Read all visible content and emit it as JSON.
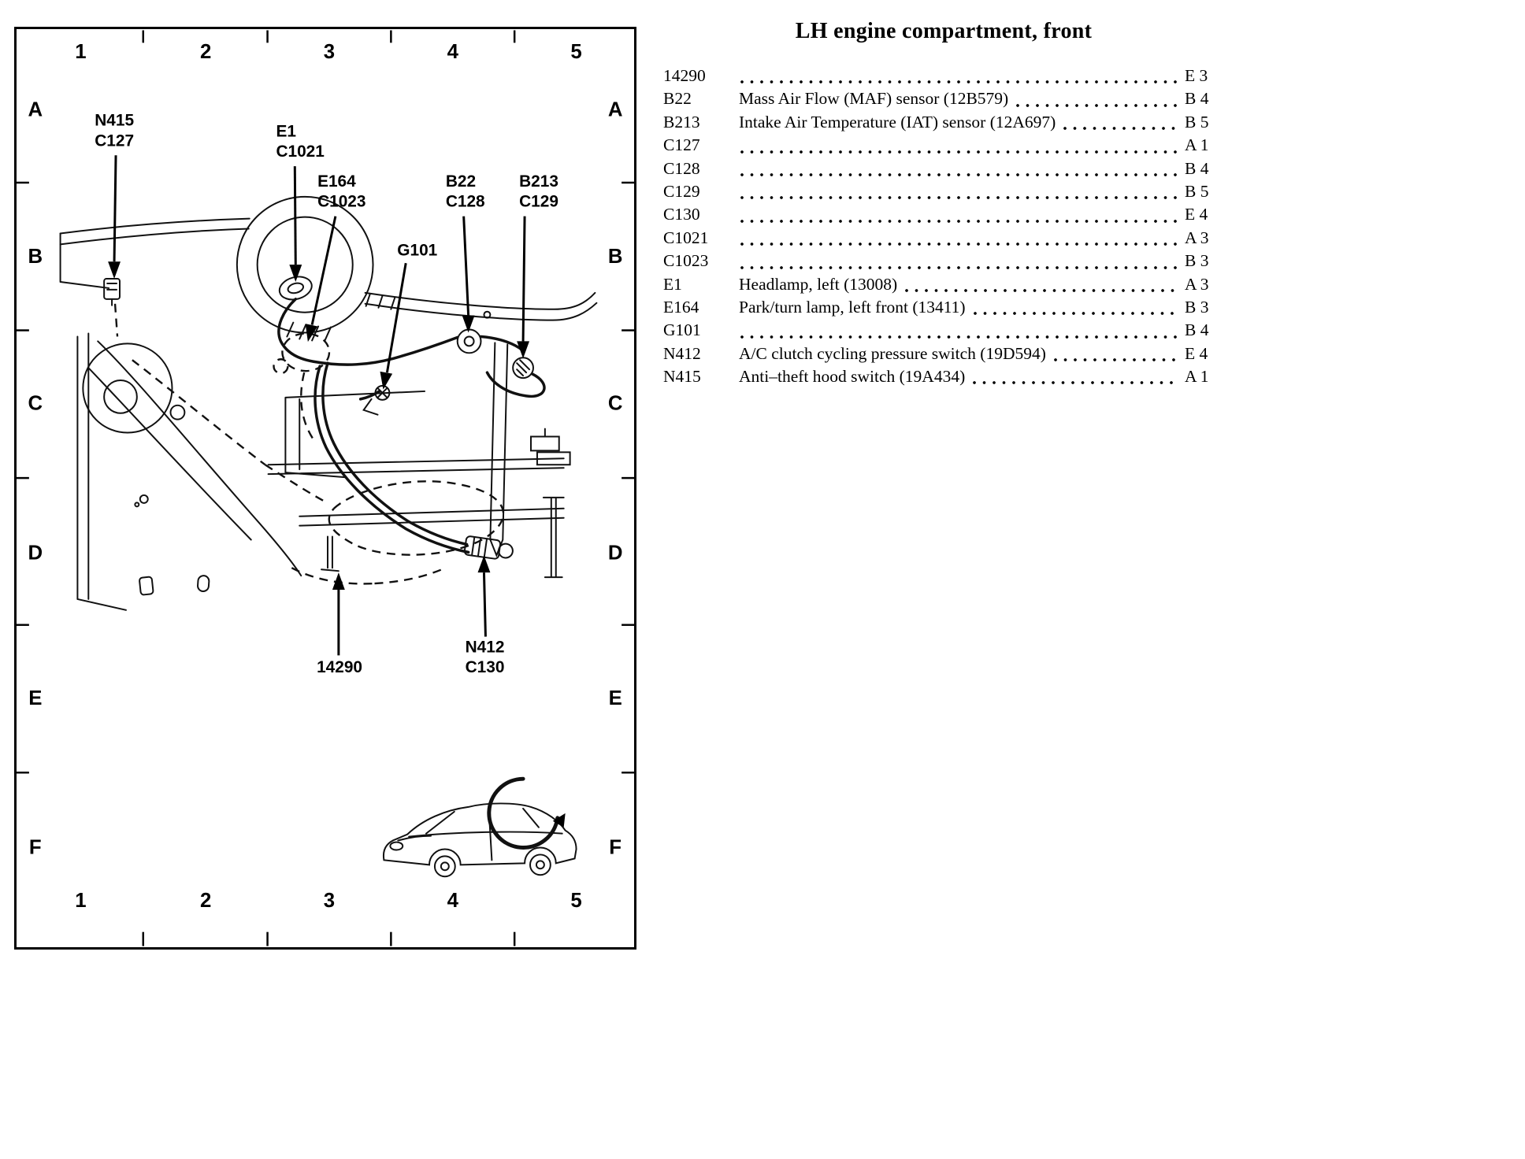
{
  "title": "LH engine compartment, front",
  "grid": {
    "columns": [
      "1",
      "2",
      "3",
      "4",
      "5"
    ],
    "rows": [
      "A",
      "B",
      "C",
      "D",
      "E",
      "F"
    ]
  },
  "callouts": {
    "n415": {
      "line1": "N415",
      "line2": "C127"
    },
    "e1": {
      "line1": "E1",
      "line2": "C1021"
    },
    "e164": {
      "line1": "E164",
      "line2": "C1023"
    },
    "b22": {
      "line1": "B22",
      "line2": "C128"
    },
    "b213": {
      "line1": "B213",
      "line2": "C129"
    },
    "g101": {
      "line1": "G101"
    },
    "part14290": {
      "line1": "14290"
    },
    "n412": {
      "line1": "N412",
      "line2": "C130"
    }
  },
  "legend": [
    {
      "code": "14290",
      "desc": "",
      "ref": "E 3"
    },
    {
      "code": "B22",
      "desc": "Mass Air Flow (MAF) sensor (12B579)",
      "ref": "B 4"
    },
    {
      "code": "B213",
      "desc": "Intake Air Temperature (IAT) sensor (12A697)",
      "ref": "B 5"
    },
    {
      "code": "C127",
      "desc": "",
      "ref": "A 1"
    },
    {
      "code": "C128",
      "desc": "",
      "ref": "B 4"
    },
    {
      "code": "C129",
      "desc": "",
      "ref": "B 5"
    },
    {
      "code": "C130",
      "desc": "",
      "ref": "E 4"
    },
    {
      "code": "C1021",
      "desc": "",
      "ref": "A 3"
    },
    {
      "code": "C1023",
      "desc": "",
      "ref": "B 3"
    },
    {
      "code": "E1",
      "desc": "Headlamp, left (13008)",
      "ref": "A 3"
    },
    {
      "code": "E164",
      "desc": "Park/turn lamp, left front (13411)",
      "ref": "B 3"
    },
    {
      "code": "G101",
      "desc": "",
      "ref": "B 4"
    },
    {
      "code": "N412",
      "desc": "A/C clutch cycling pressure switch (19D594)",
      "ref": "E 4"
    },
    {
      "code": "N415",
      "desc": "Anti–theft hood switch (19A434)",
      "ref": "A 1"
    }
  ]
}
